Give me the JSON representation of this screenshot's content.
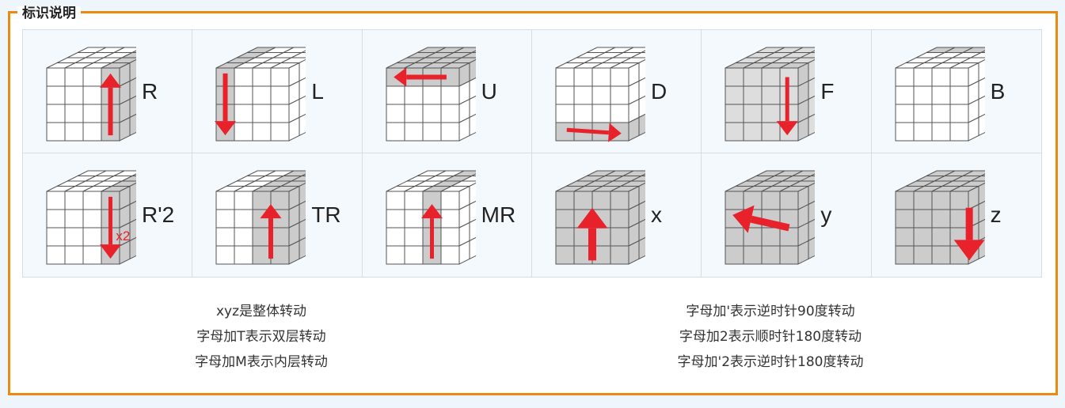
{
  "title": "标识说明",
  "colors": {
    "border": "#ea8a10",
    "arrow": "#e8222b",
    "shade": "#cccccc",
    "shade_light": "#dddddd"
  },
  "moves": [
    {
      "label": "R",
      "icon": "cube-r-icon"
    },
    {
      "label": "L",
      "icon": "cube-l-icon"
    },
    {
      "label": "U",
      "icon": "cube-u-icon"
    },
    {
      "label": "D",
      "icon": "cube-d-icon"
    },
    {
      "label": "F",
      "icon": "cube-f-icon"
    },
    {
      "label": "B",
      "icon": "cube-b-icon"
    },
    {
      "label": "R'2",
      "icon": "cube-r-prime-2-icon",
      "annotation": "x2"
    },
    {
      "label": "TR",
      "icon": "cube-tr-icon"
    },
    {
      "label": "MR",
      "icon": "cube-mr-icon"
    },
    {
      "label": "x",
      "icon": "cube-x-icon"
    },
    {
      "label": "y",
      "icon": "cube-y-icon"
    },
    {
      "label": "z",
      "icon": "cube-z-icon"
    }
  ],
  "notes_left": [
    "xyz是整体转动",
    "字母加T表示双层转动",
    "字母加M表示内层转动"
  ],
  "notes_right": [
    "字母加'表示逆时针90度转动",
    "字母加2表示顺时针180度转动",
    "字母加'2表示逆时针180度转动"
  ]
}
